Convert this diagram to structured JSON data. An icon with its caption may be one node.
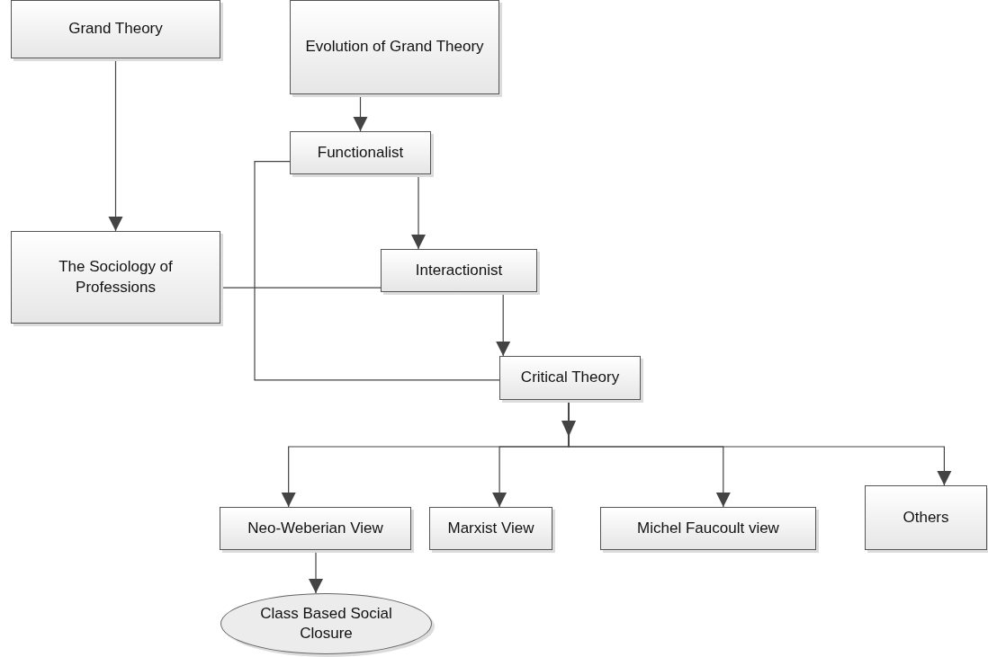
{
  "diagram": {
    "nodes": [
      {
        "text": [
          "Grand Theory"
        ]
      },
      {
        "text": [
          "Evolution of Grand Theory"
        ]
      },
      {
        "text": [
          "Functionalist"
        ]
      },
      {
        "text": [
          "The Sociology of Professions"
        ]
      },
      {
        "text": [
          "Interactionist"
        ]
      },
      {
        "text": [
          "Critical Theory"
        ]
      },
      {
        "text": [
          "Neo-Weberian View"
        ]
      },
      {
        "text": [
          "Marxist View"
        ]
      },
      {
        "text": [
          "Michel Faucoult view"
        ]
      },
      {
        "text": [
          "Others"
        ]
      },
      {
        "text": [
          "Class Based Social Closure"
        ]
      }
    ],
    "edges": [
      {
        "from": 0,
        "to": 3,
        "arrow": "to"
      },
      {
        "from": 1,
        "to": 2,
        "arrow": "to"
      },
      {
        "from": 2,
        "to": 4,
        "arrow": "to"
      },
      {
        "from": 3,
        "to": 4,
        "arrow": "none"
      },
      {
        "from": 4,
        "to": 5,
        "arrow": "to"
      },
      {
        "from": 2,
        "to": 5,
        "arrow": "none"
      },
      {
        "from": 5,
        "to": 6,
        "arrow": "to"
      },
      {
        "from": 5,
        "to": 7,
        "arrow": "to"
      },
      {
        "from": 5,
        "to": 8,
        "arrow": "to"
      },
      {
        "from": 5,
        "to": 9,
        "arrow": "to"
      },
      {
        "from": 6,
        "to": 10,
        "arrow": "to"
      }
    ]
  }
}
